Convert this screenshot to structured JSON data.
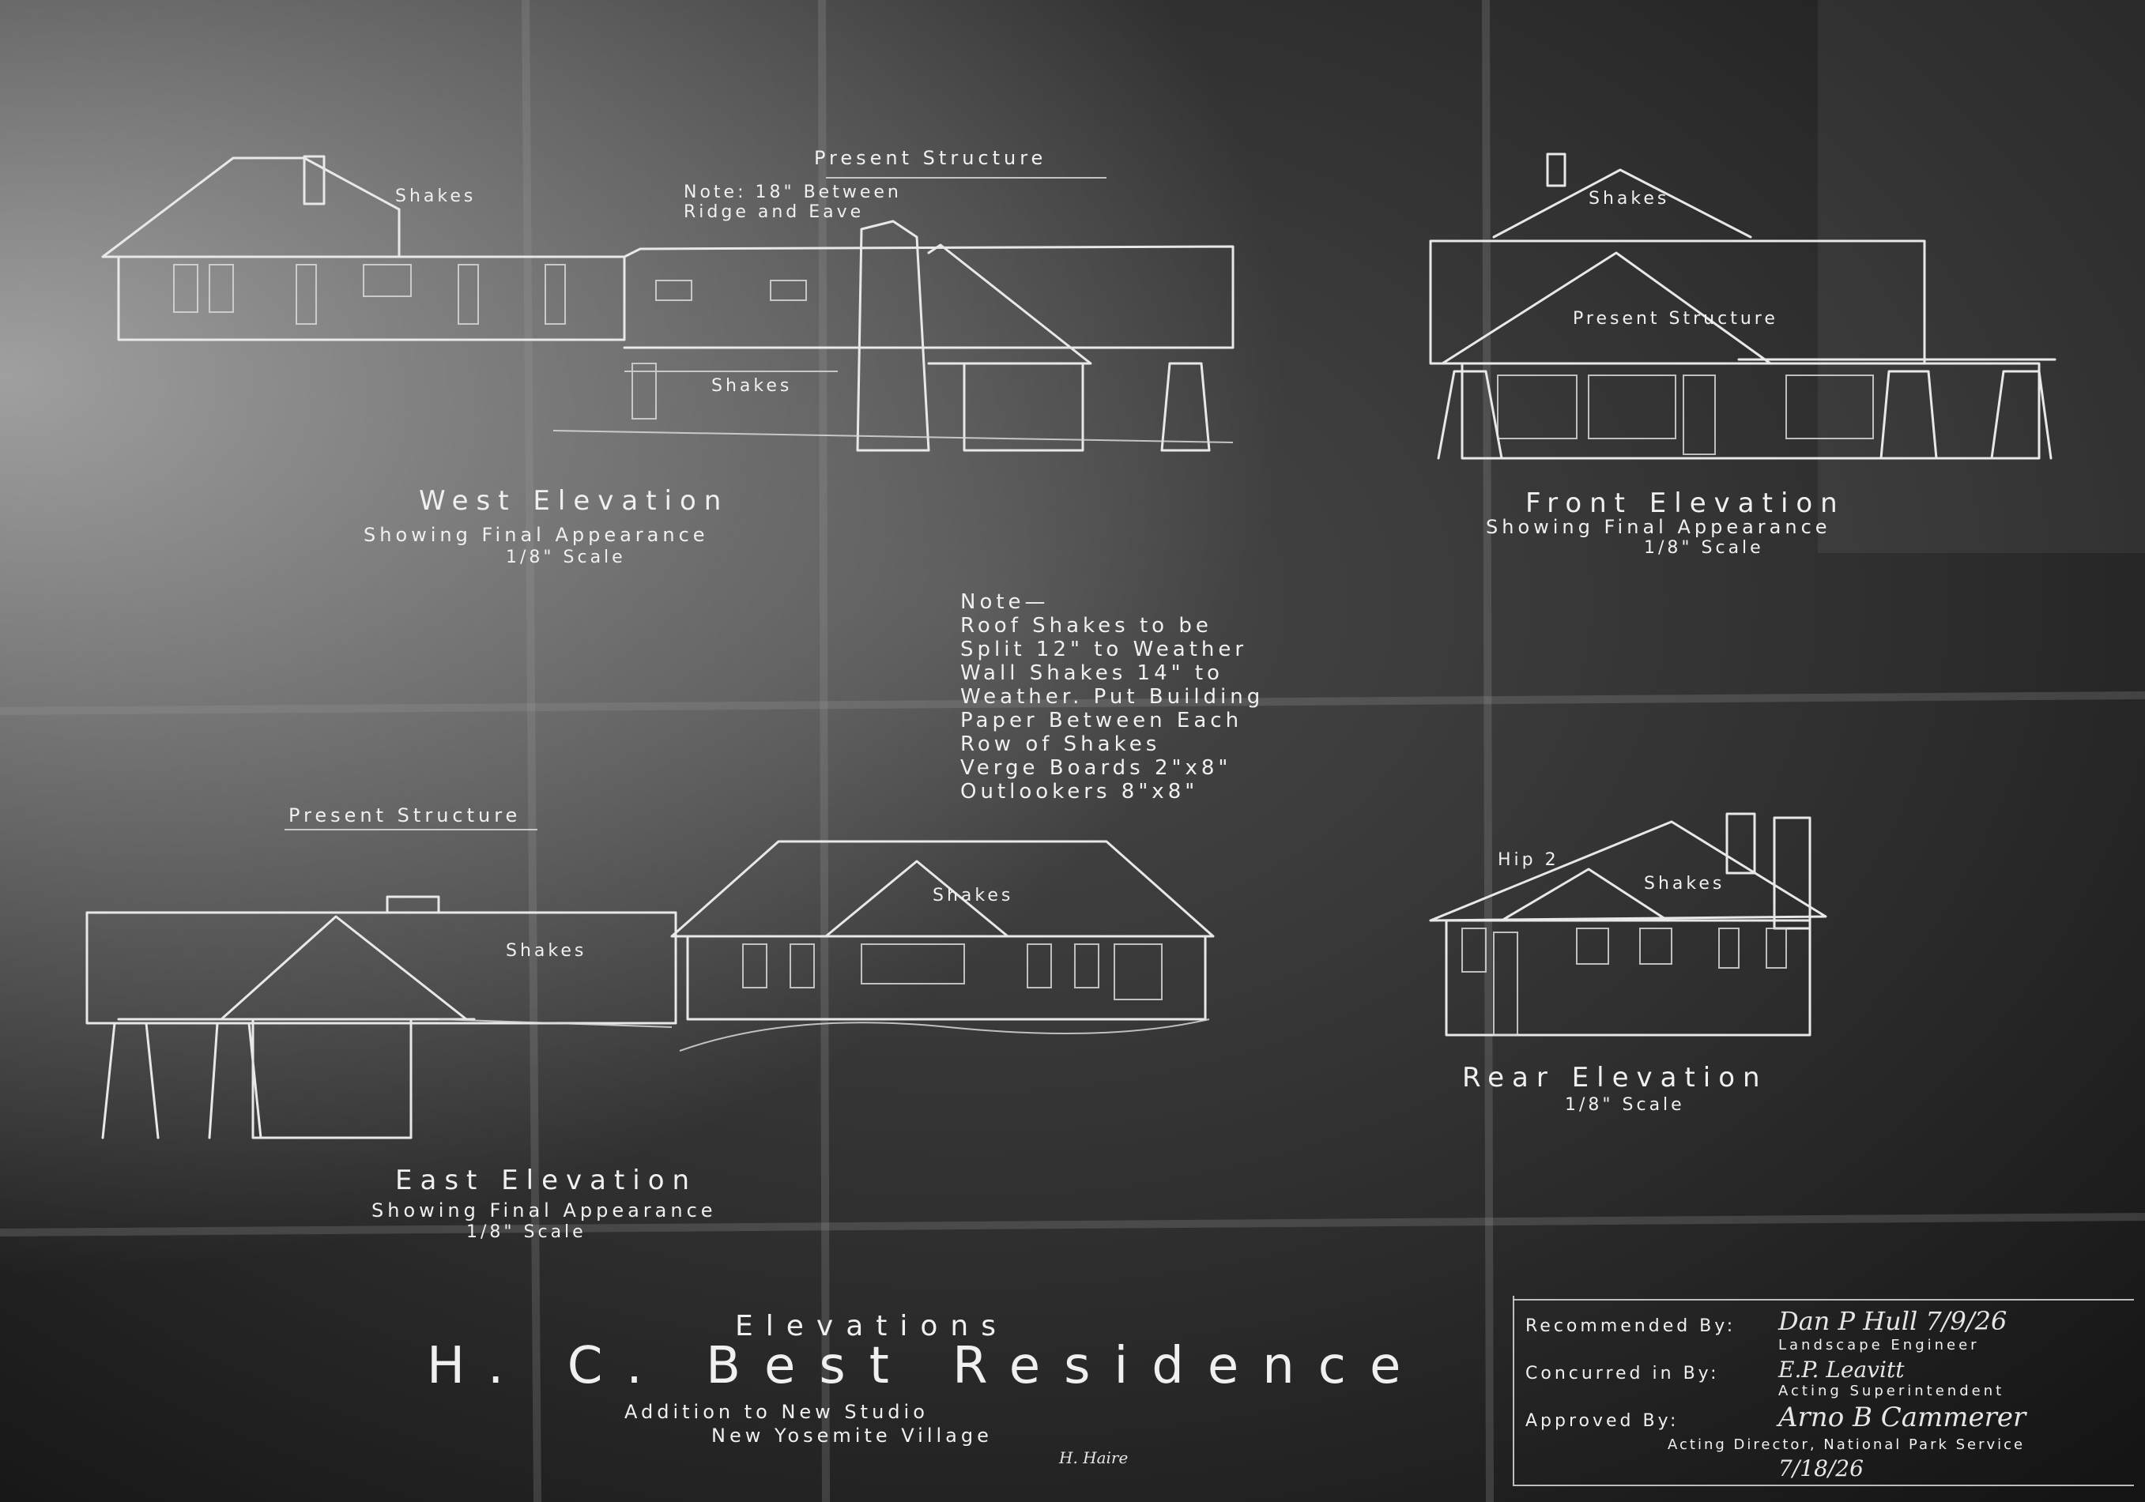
{
  "sheet": {
    "colors": {
      "background": "#2a2a2a",
      "lines": "#f0f0f0"
    },
    "west_elevation": {
      "title": "West Elevation",
      "subtitle": "Showing Final Appearance",
      "scale": "1/8\" Scale",
      "roof_label": "Shakes",
      "wall_label": "Shakes",
      "present_structure": "Present Structure",
      "note_line1": "Note: 18\" Between",
      "note_line2": "Ridge and Eave"
    },
    "front_elevation": {
      "title": "Front Elevation",
      "subtitle": "Showing Final Appearance",
      "scale": "1/8\" Scale",
      "roof_label": "Shakes",
      "present_structure": "Present Structure"
    },
    "note": {
      "heading": "Note—",
      "lines": [
        "Roof Shakes to be",
        "Split 12\" to Weather",
        "Wall Shakes 14\" to",
        "Weather. Put Building",
        "Paper Between Each",
        "Row of Shakes",
        "Verge Boards 2\"x8\"",
        "Outlookers 8\"x8\""
      ]
    },
    "east_elevation": {
      "title": "East Elevation",
      "subtitle": "Showing Final Appearance",
      "scale": "1/8\" Scale",
      "present_structure": "Present Structure",
      "roof_label": "Shakes",
      "wall_label": "Shakes"
    },
    "rear_elevation": {
      "title": "Rear Elevation",
      "scale": "1/8\" Scale",
      "roof_label": "Shakes",
      "hip_label": "Hip 2"
    },
    "title_block": {
      "heading": "Elevations",
      "project": "H. C. Best Residence",
      "line1": "Addition to New Studio",
      "line2": "New Yosemite Village",
      "drafter": "H. Haire"
    },
    "approvals": {
      "recommended_label": "Recommended By:",
      "recommended_signature": "Dan P Hull 7/9/26",
      "recommended_title": "Landscape Engineer",
      "concurred_label": "Concurred in By:",
      "concurred_signature": "E.P. Leavitt",
      "concurred_title": "Acting Superintendent",
      "approved_label": "Approved By:",
      "approved_signature": "Arno B Cammerer",
      "approved_title": "Acting Director, National Park Service",
      "approved_date": "7/18/26"
    }
  }
}
